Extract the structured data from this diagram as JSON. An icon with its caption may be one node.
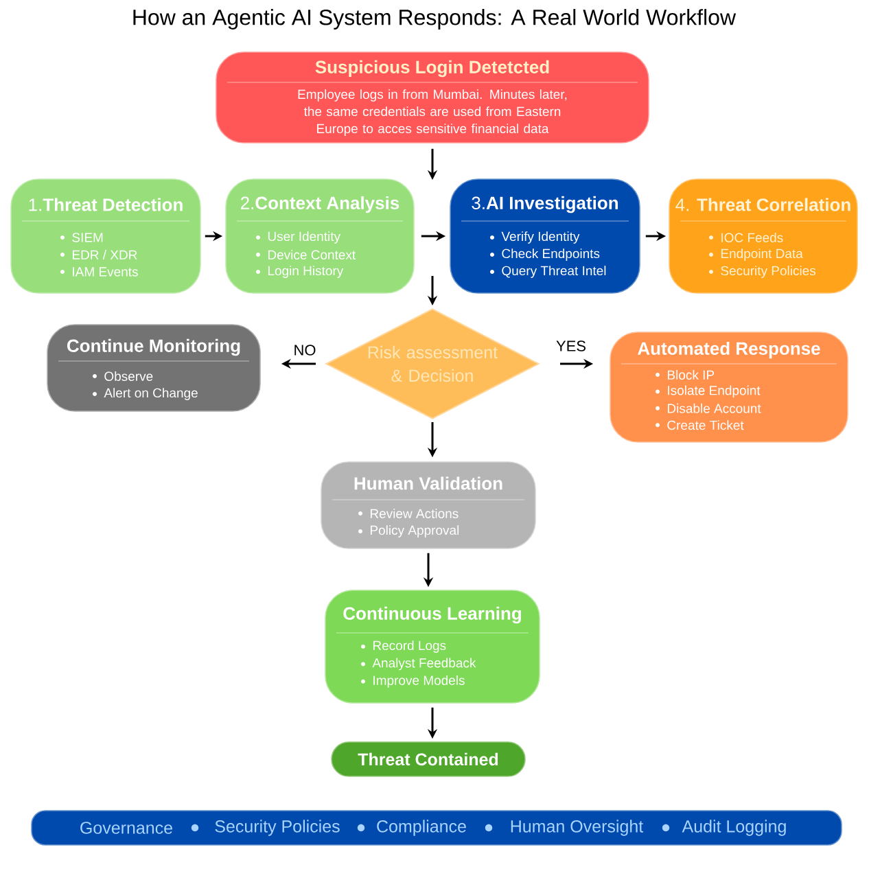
{
  "diagram": {
    "title": "How an Agentic AI System Responds: A Real World Workflow",
    "nodes": [
      {
        "text": [
          "Suspicious Login Detetcted",
          "Employee logs in from Mumbai. Minutes later, the same credentials are used from Eastern Europe to acces sensitive financial data"
        ]
      },
      {
        "text": [
          "1.**Threat Detection**",
          "SIEM",
          "EDR / XDR",
          "IAM Events"
        ]
      },
      {
        "text": [
          "2.**Context Analysis**",
          "User Identity",
          "Device Context",
          "Login History"
        ]
      },
      {
        "text": [
          "3.**AI Investigation**",
          "Verify Identity",
          "Check Endpoints",
          "Query Threat Intel"
        ]
      },
      {
        "text": [
          "4. **Threat Correlation**",
          "IOC Feeds",
          "Endpoint Data",
          "Security Policies"
        ]
      },
      {
        "text": [
          "Risk assessment & Decision"
        ]
      },
      {
        "text": [
          "Continue Monitoring",
          "Observe",
          "Alert on Change"
        ]
      },
      {
        "text": [
          "Automated Response",
          "Block IP",
          "Isolate Endpoint",
          "Disable Account",
          "Create Ticket"
        ]
      },
      {
        "text": [
          "Human Validation",
          "Review Actions",
          "Policy Approval"
        ]
      },
      {
        "text": [
          "Continuous Learning",
          "Record Logs",
          "Analyst Feedback",
          "Improve Models"
        ]
      },
      {
        "text": [
          "Threat Contained"
        ]
      },
      {
        "text": [
          "Governance",
          "Security Policies",
          "Compliance",
          "Human Oversight",
          "Audit Logging"
        ]
      }
    ],
    "edges": [
      {
        "from": 0,
        "to": null,
        "arrow": "to"
      },
      {
        "from": 1,
        "to": 2,
        "arrow": "to"
      },
      {
        "from": 2,
        "to": 3,
        "arrow": "to"
      },
      {
        "from": 3,
        "to": 4,
        "arrow": "to"
      },
      {
        "from": null,
        "to": 5,
        "arrow": "to"
      },
      {
        "from": 5,
        "to": 6,
        "arrow": "to",
        "label": "NO"
      },
      {
        "from": 5,
        "to": 7,
        "arrow": "to",
        "label": "YES"
      },
      {
        "from": 5,
        "to": 8,
        "arrow": "to"
      },
      {
        "from": 8,
        "to": 9,
        "arrow": "to"
      },
      {
        "from": 9,
        "to": 10,
        "arrow": "to"
      }
    ]
  }
}
